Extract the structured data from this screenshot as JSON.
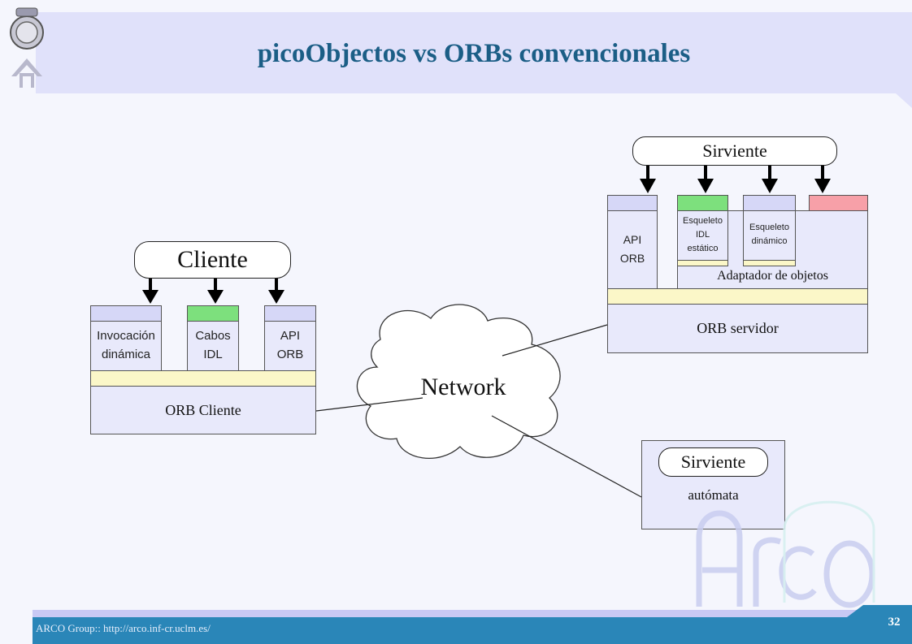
{
  "header": {
    "title": "picoObjectos vs ORBs convencionales"
  },
  "cliente": {
    "label": "Cliente",
    "invocacion": [
      "Invocación",
      "dinámica"
    ],
    "cabos": [
      "Cabos",
      "IDL"
    ],
    "api": [
      "API",
      "ORB"
    ],
    "orb": "ORB Cliente"
  },
  "network": {
    "label": "Network"
  },
  "servidor": {
    "sirviente": "Sirviente",
    "api": [
      "API",
      "ORB"
    ],
    "esqueleto_estatico": [
      "Esqueleto",
      "IDL",
      "estático"
    ],
    "esqueleto_dinamico": [
      "Esqueleto",
      "dinámico"
    ],
    "adaptador": "Adaptador de objetos",
    "orb": "ORB servidor"
  },
  "automata": {
    "sirviente": "Sirviente",
    "label": "autómata"
  },
  "footer": {
    "group": "ARCO Group:: http://arco.inf-cr.uclm.es/",
    "page": "32"
  },
  "colors": {
    "title": "#1b5e86",
    "footer": "#2a86b8",
    "header_band": "#e0e1fa",
    "green": "#7de07d",
    "red": "#f7a0a8"
  }
}
